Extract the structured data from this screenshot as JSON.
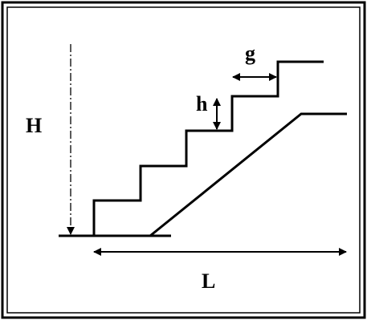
{
  "diagram": {
    "labels": {
      "height_total": "H",
      "step_height": "h",
      "step_going": "g",
      "horizontal_length": "L"
    },
    "colors": {
      "stroke": "#000000",
      "background": "#ffffff"
    }
  }
}
